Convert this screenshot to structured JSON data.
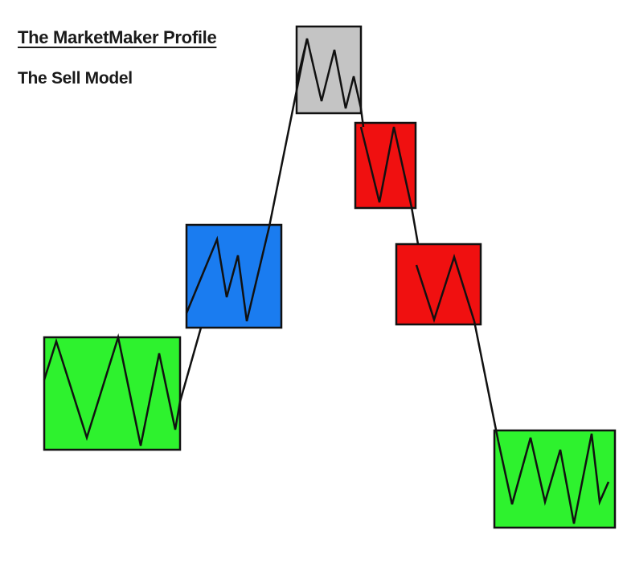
{
  "header": {
    "title": "The MarketMaker Profile",
    "subtitle": "The Sell Model"
  },
  "colors": {
    "accumulation": "#2ef22e",
    "markup": "#1a7cf0",
    "distribution_top": "#c4c4c4",
    "markdown": "#f01010",
    "outline": "#111111"
  },
  "stages": [
    {
      "id": "base-left",
      "color_key": "accumulation"
    },
    {
      "id": "rise",
      "color_key": "markup"
    },
    {
      "id": "peak",
      "color_key": "distribution_top"
    },
    {
      "id": "drop-1",
      "color_key": "markdown"
    },
    {
      "id": "drop-2",
      "color_key": "markdown"
    },
    {
      "id": "base-right",
      "color_key": "accumulation"
    }
  ]
}
